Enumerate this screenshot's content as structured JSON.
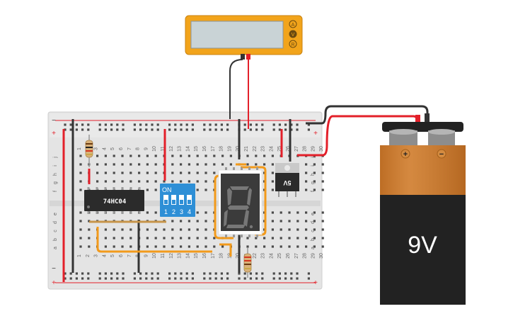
{
  "multimeter": {
    "display": "",
    "mode_a": "A",
    "mode_v": "V",
    "mode_r": "R"
  },
  "breadboard": {
    "rail_plus": "+",
    "rail_minus": "−",
    "row_letters_top": [
      "j",
      "i",
      "h",
      "g",
      "f"
    ],
    "row_letters_bottom": [
      "e",
      "d",
      "c",
      "b",
      "a"
    ],
    "column_numbers": [
      "1",
      "2",
      "3",
      "4",
      "5",
      "6",
      "7",
      "8",
      "9",
      "10",
      "11",
      "12",
      "13",
      "14",
      "15",
      "16",
      "17",
      "18",
      "19",
      "20",
      "21",
      "22",
      "23",
      "24",
      "25",
      "26",
      "27",
      "28",
      "29",
      "30"
    ]
  },
  "ic_chip": {
    "label": "74HC04"
  },
  "dip_switch": {
    "on_label": "ON",
    "positions": [
      "1",
      "2",
      "3",
      "4"
    ]
  },
  "seven_segment": {
    "digit": "8"
  },
  "regulator": {
    "label": "5V"
  },
  "battery": {
    "label": "9V",
    "positive": "+",
    "negative": "−"
  },
  "colors": {
    "wire_red": "#e3202a",
    "wire_black": "#333333",
    "wire_orange": "#f29a1b",
    "multimeter_body": "#f2a41b",
    "dip_blue": "#2e8fd6",
    "battery_copper": "#c9782b",
    "battery_black": "#222222"
  }
}
